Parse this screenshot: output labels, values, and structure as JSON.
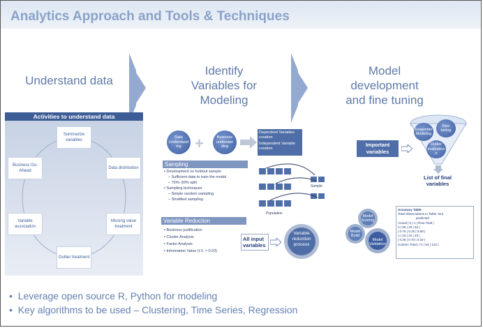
{
  "title": "Analytics Approach and Tools & Techniques",
  "phases": {
    "understand": "Understand data",
    "identify": [
      "Identify",
      "Variables for",
      "Modeling"
    ],
    "model": [
      "Model",
      "development",
      "and fine tuning"
    ]
  },
  "activities": {
    "title": "Activities to understand data",
    "nodes": {
      "summarize": [
        "Summarize",
        "variables"
      ],
      "distribution": "Data distribution",
      "missing": [
        "Missing value",
        "treatment"
      ],
      "outlier": "Outlier treatment",
      "association": [
        "Variable",
        "association"
      ],
      "goahead": "Business Go-Ahead"
    }
  },
  "identify_flow": {
    "data_understanding": [
      "Data",
      "Understand",
      "ing"
    ],
    "business_understanding": [
      "Business",
      "understan",
      "ding"
    ],
    "dep_var": [
      "Dependent Variables",
      "creation"
    ],
    "indep_var": [
      "Independent Variable",
      "creation"
    ]
  },
  "sampling": {
    "header": "Sampling",
    "items": [
      "Development vs holdout sample",
      "–  Sufficient data to train the model",
      "–  70%–30% split",
      "Sampling techniques",
      "–  Simple random sampling",
      "–  Stratified sampling"
    ],
    "sample_label": "Sample",
    "population_label": "Population"
  },
  "variable_reduction": {
    "header": "Variable Reduction",
    "items": [
      "Business justification",
      "Cluster Analysis",
      "Factor Analysis",
      "Information Value (I.V. > 0.03)"
    ],
    "input_box": [
      "All input",
      "variables"
    ],
    "process": [
      "Variable",
      "reduction",
      "process"
    ]
  },
  "model": {
    "important": [
      "Important",
      "variables"
    ],
    "funnel": {
      "ensemble": [
        "Ensemble",
        "Modeling"
      ],
      "fine": [
        "Fine",
        "tuning"
      ],
      "outlier": [
        "Outlier",
        "evaluation",
        "n"
      ]
    },
    "final": [
      "List of final",
      "variables"
    ],
    "gears": {
      "scoring": [
        "Model",
        "Scoring"
      ],
      "build": [
        "Model",
        "Build"
      ],
      "validation": [
        "Model",
        "Validation"
      ]
    },
    "accuracy": {
      "title": "Accuracy Table",
      "subtitle": "Total Observations in Table: 514",
      "rows": [
        "predicted",
        "Actual |      0 |    1 | Row Total |",
        "0 |     55 |    29 |      84 |",
        "  | 0.75 | 0.25 |   0.68 |",
        "1 |     16 |    24 |      40 |",
        "  | 0.35 | 0.70 |   0.32 |",
        "Column Total |    71 |    53 |   124 |"
      ]
    }
  },
  "bullets": [
    "Leverage open source R, Python for modeling",
    "Key algorithms to be used – Clustering, Time Series, Regression"
  ]
}
